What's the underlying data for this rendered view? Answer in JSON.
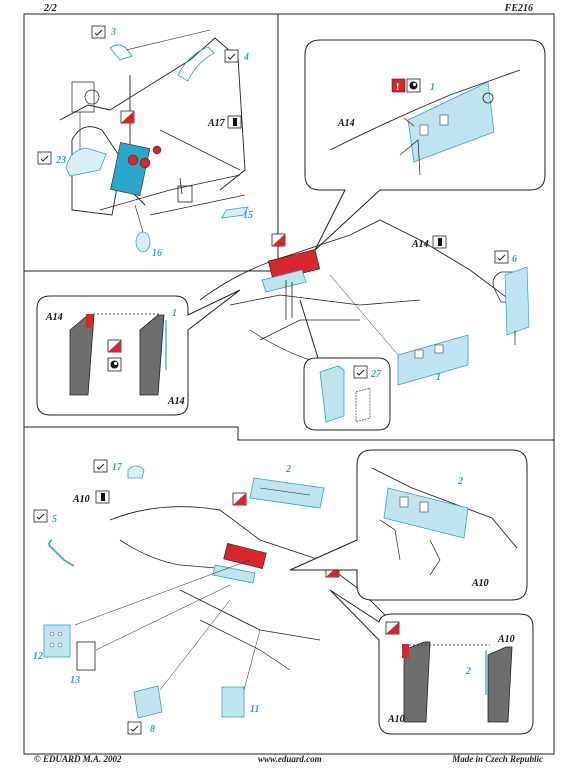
{
  "header": {
    "page": "2/2",
    "code": "FE216"
  },
  "footer": {
    "copyright": "© EDUARD  M.A. 2002",
    "website": "www.eduard.com",
    "made_in": "Made in Czech Republic"
  },
  "labels": {
    "a17": "A17",
    "a14_main": "A14",
    "a14_callout_top": "A14",
    "a14_callout_left_top": "A14",
    "a14_callout_left_bottom": "A14",
    "a10_main": "A10",
    "a10_callout_right": "A10",
    "a10_callout_bottom_right": "A10",
    "a10_callout_bottom_left": "A10"
  },
  "parts": {
    "p1_top": "1",
    "p1_left": "1",
    "p1_panel": "1",
    "p2_panel": "2",
    "p2_callout": "2",
    "p2_bottom": "2",
    "p3": "3",
    "p4": "4",
    "p5": "5",
    "p6": "6",
    "p8": "8",
    "p11": "11",
    "p12": "12",
    "p13": "13",
    "p15": "15",
    "p16": "16",
    "p17": "17",
    "p23": "23",
    "p27": "27"
  },
  "colors": {
    "accent_blue": "#2aa6c8",
    "red": "#d8262c",
    "panel_gray": "#6e6e6e",
    "panel_blue": "#bfe4ef"
  }
}
